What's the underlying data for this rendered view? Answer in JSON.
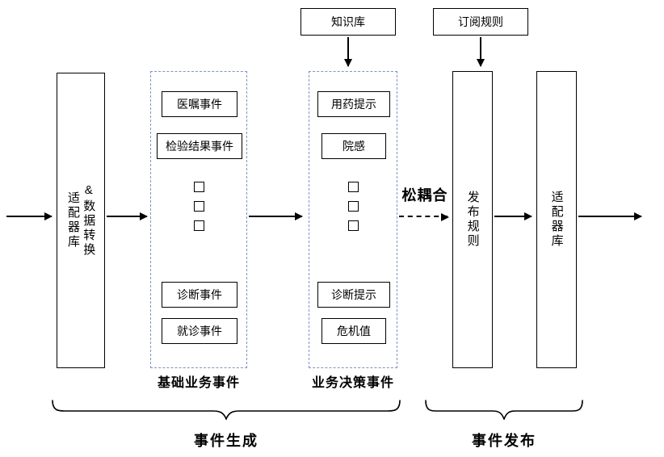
{
  "colors": {
    "line": "#000000",
    "dashed_box_border": "#8091cc",
    "background": "#ffffff"
  },
  "flow": {
    "adapter_in": {
      "line1": "适配器库",
      "line2": "&数据转换"
    },
    "knowledge_base": "知识库",
    "subscription_rules": "订阅规则",
    "loose_coupling": "松耦合",
    "publish_rules": "发布规则",
    "adapter_out": "适配器库",
    "basic_events": {
      "caption": "基础业务事件",
      "items": [
        "医嘱事件",
        "检验结果事件",
        "诊断事件",
        "就诊事件"
      ]
    },
    "decision_events": {
      "caption": "业务决策事件",
      "items": [
        "用药提示",
        "院感",
        "诊断提示",
        "危机值"
      ]
    },
    "stages": {
      "generation": "事件生成",
      "publish": "事件发布"
    }
  }
}
